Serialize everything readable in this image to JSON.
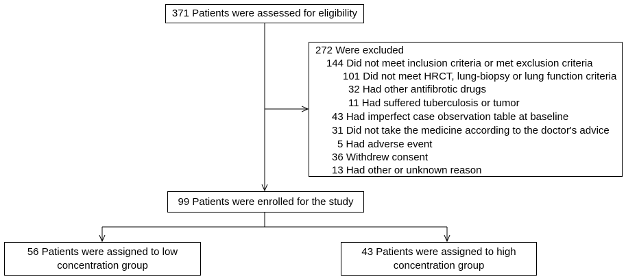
{
  "boxes": {
    "assessed": "371 Patients were assessed for eligibility",
    "enrolled": "99 Patients were enrolled for the study",
    "low": "56 Patients were assigned to low concentration group",
    "high": "43 Patients were assigned to high concentration group"
  },
  "excluded": {
    "title": "272 Were excluded",
    "items": [
      "144 Did not meet inclusion criteria or met exclusion criteria",
      "101 Did not meet HRCT, lung-biopsy or lung function criteria",
      "32 Had other antifibrotic drugs",
      "11 Had suffered tuberculosis or tumor",
      "43 Had imperfect case observation table at baseline",
      "31 Did not take the medicine according to the doctor's advice",
      "5 Had adverse event",
      "36 Withdrew consent",
      "13 Had other or unknown reason"
    ]
  }
}
